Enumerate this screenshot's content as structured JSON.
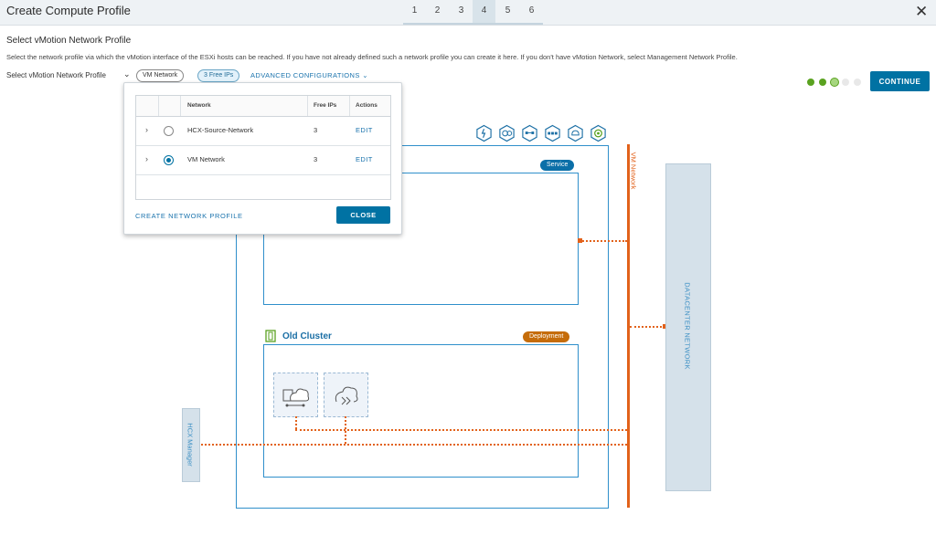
{
  "header": {
    "title": "Create Compute Profile",
    "steps": [
      "1",
      "2",
      "3",
      "4",
      "5",
      "6"
    ],
    "active_step": "4",
    "close_icon": "close-icon"
  },
  "section": {
    "title": "Select vMotion Network Profile",
    "description": "Select the network profile via which the vMotion interface of the ESXi hosts can be reached. If you have not already defined such a network profile you can create it here. If you don't have vMotion Network, select Management Network Profile.",
    "select_label": "Select vMotion Network Profile",
    "selected_network": "VM Network",
    "free_ips_pill": "3 Free IPs",
    "advanced_link": "ADVANCED CONFIGURATIONS",
    "continue_label": "CONTINUE"
  },
  "progress_dots": {
    "filled": 2,
    "current": 3,
    "total": 5,
    "colors": {
      "done": "#5aa220",
      "current": "#a6d67f",
      "pending": "#e8e8e8"
    }
  },
  "popup": {
    "columns": [
      "Network",
      "Free IPs",
      "Actions"
    ],
    "rows": [
      {
        "name": "HCX-Source-Network",
        "free_ips": "3",
        "action": "EDIT",
        "selected": false
      },
      {
        "name": "VM Network",
        "free_ips": "3",
        "action": "EDIT",
        "selected": true
      }
    ],
    "create_link": "CREATE NETWORK PROFILE",
    "close_label": "CLOSE"
  },
  "diagram": {
    "service_badge": "Service",
    "deployment_badge": "Deployment",
    "cluster_title": "Old Cluster",
    "vm_network_label": "VM Network",
    "datacenter_label": "DATACENTER NETWORK",
    "hcx_manager_label": "HCX Manager",
    "service_icons": [
      "hybrid-interconnect-icon",
      "wan-optimization-icon",
      "network-extension-icon",
      "bulk-migration-icon",
      "vmotion-icon",
      "disaster-recovery-icon"
    ],
    "colors": {
      "accent": "#0072a3",
      "network_line": "#e2621b",
      "box_border": "#2f8fcb"
    }
  }
}
